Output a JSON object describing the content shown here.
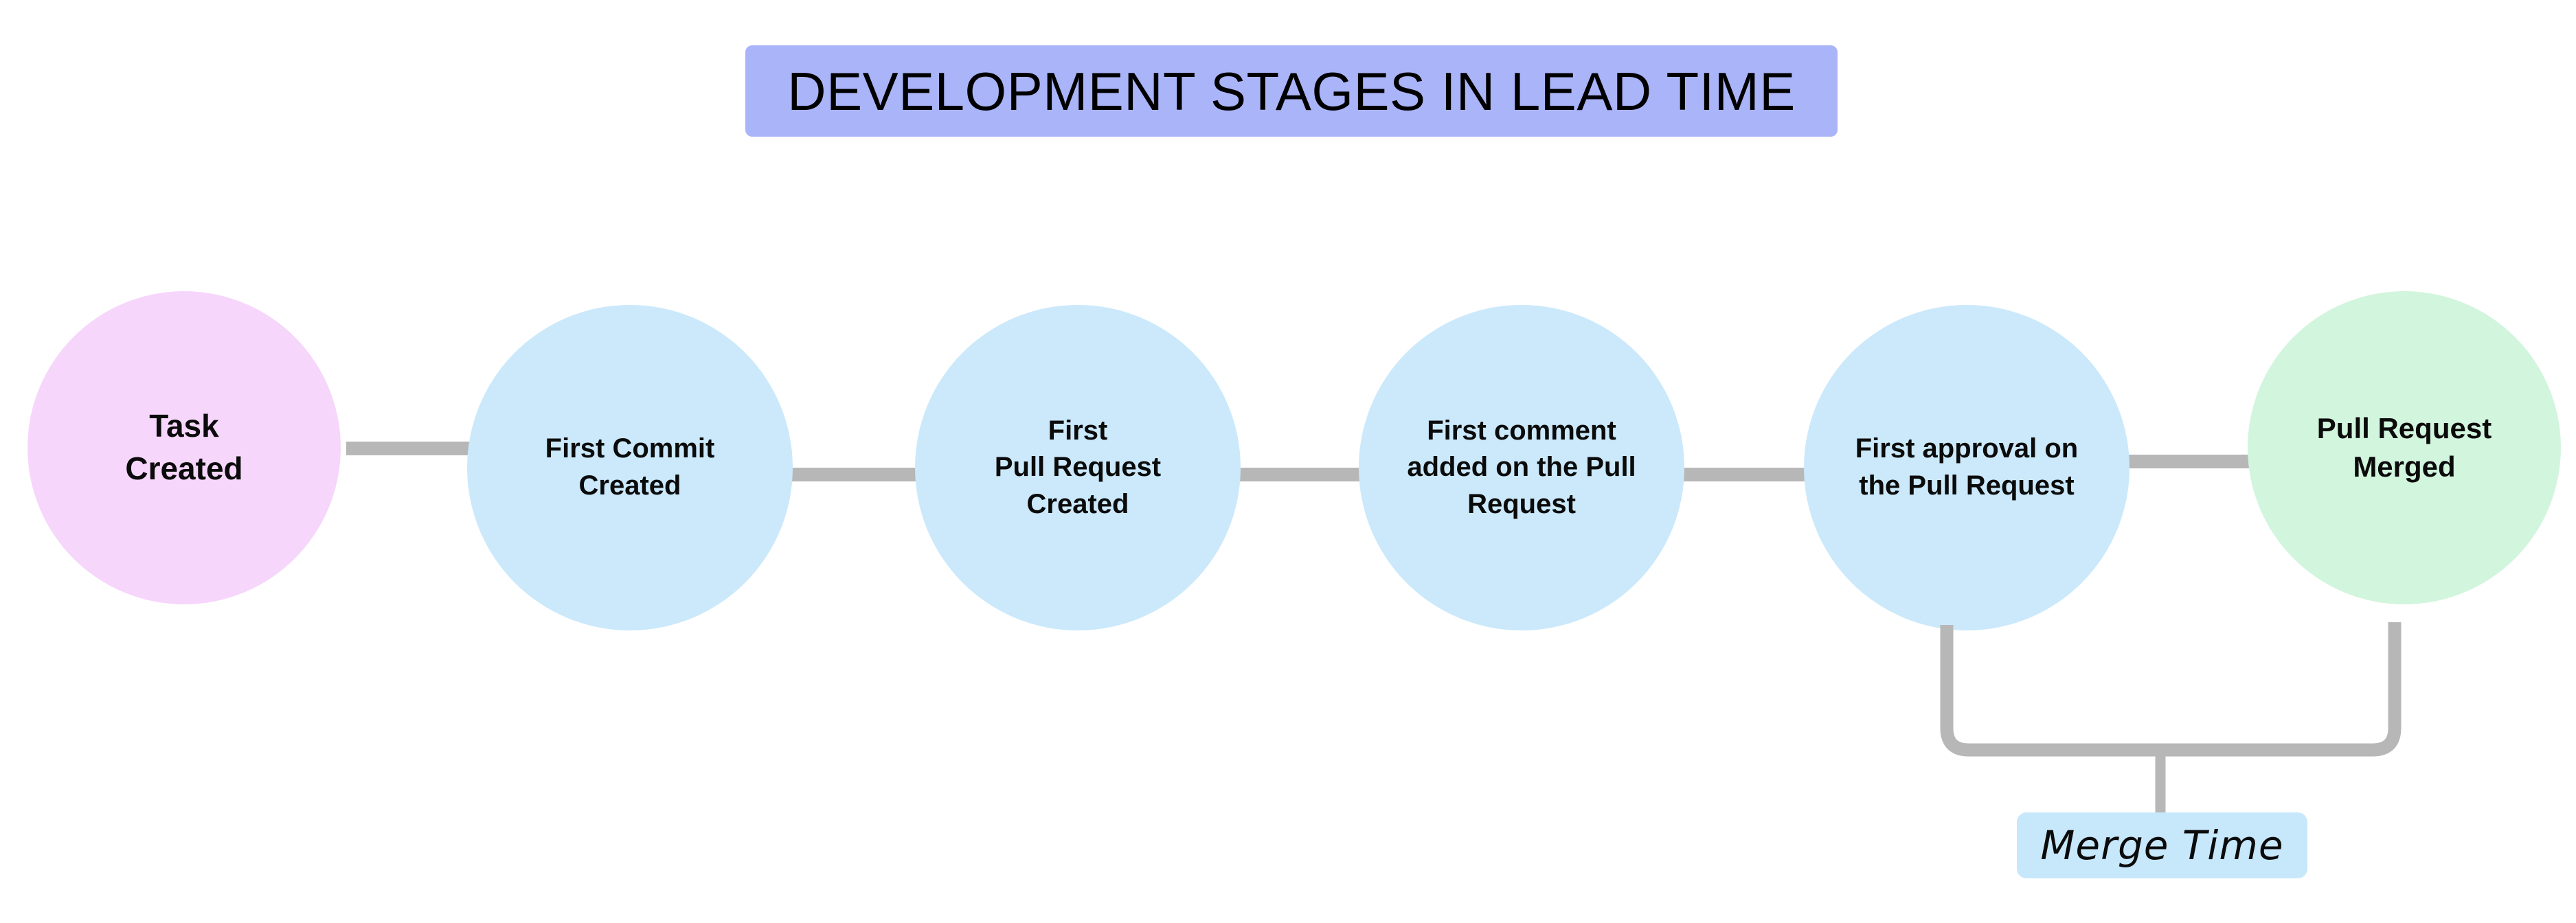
{
  "diagram": {
    "title": "DEVELOPMENT STAGES IN LEAD TIME",
    "title_background": "#aab4f8",
    "background": "#ffffff",
    "connector_color": "#b7b7b7",
    "stages": [
      {
        "id": "task-created",
        "label": "Task\nCreated",
        "color": "#f6d6fb",
        "text_color": "#0b0b0b",
        "order": 1
      },
      {
        "id": "first-commit-created",
        "label": "First Commit\nCreated",
        "color": "#cbe9fb",
        "text_color": "#0b0b0b",
        "order": 2
      },
      {
        "id": "first-pull-request-created",
        "label": "First\nPull Request\nCreated",
        "color": "#cbe9fb",
        "text_color": "#0b0b0b",
        "order": 3
      },
      {
        "id": "first-comment-added-on-pull-request",
        "label": "First comment\nadded on the Pull\nRequest",
        "color": "#cbe9fb",
        "text_color": "#0b0b0b",
        "order": 4
      },
      {
        "id": "first-approval-on-pull-request",
        "label": "First approval on\nthe Pull Request",
        "color": "#cbe9fb",
        "text_color": "#0b0b0b",
        "order": 5
      },
      {
        "id": "pull-request-merged",
        "label": "Pull Request\nMerged",
        "color": "#d2f5dd",
        "text_color": "#0b0b0b",
        "order": 6
      }
    ],
    "annotations": [
      {
        "id": "merge-time",
        "label": "Merge Time",
        "color": "#c7e7fb",
        "spans_from": "first-approval-on-pull-request",
        "spans_to": "pull-request-merged"
      }
    ]
  }
}
